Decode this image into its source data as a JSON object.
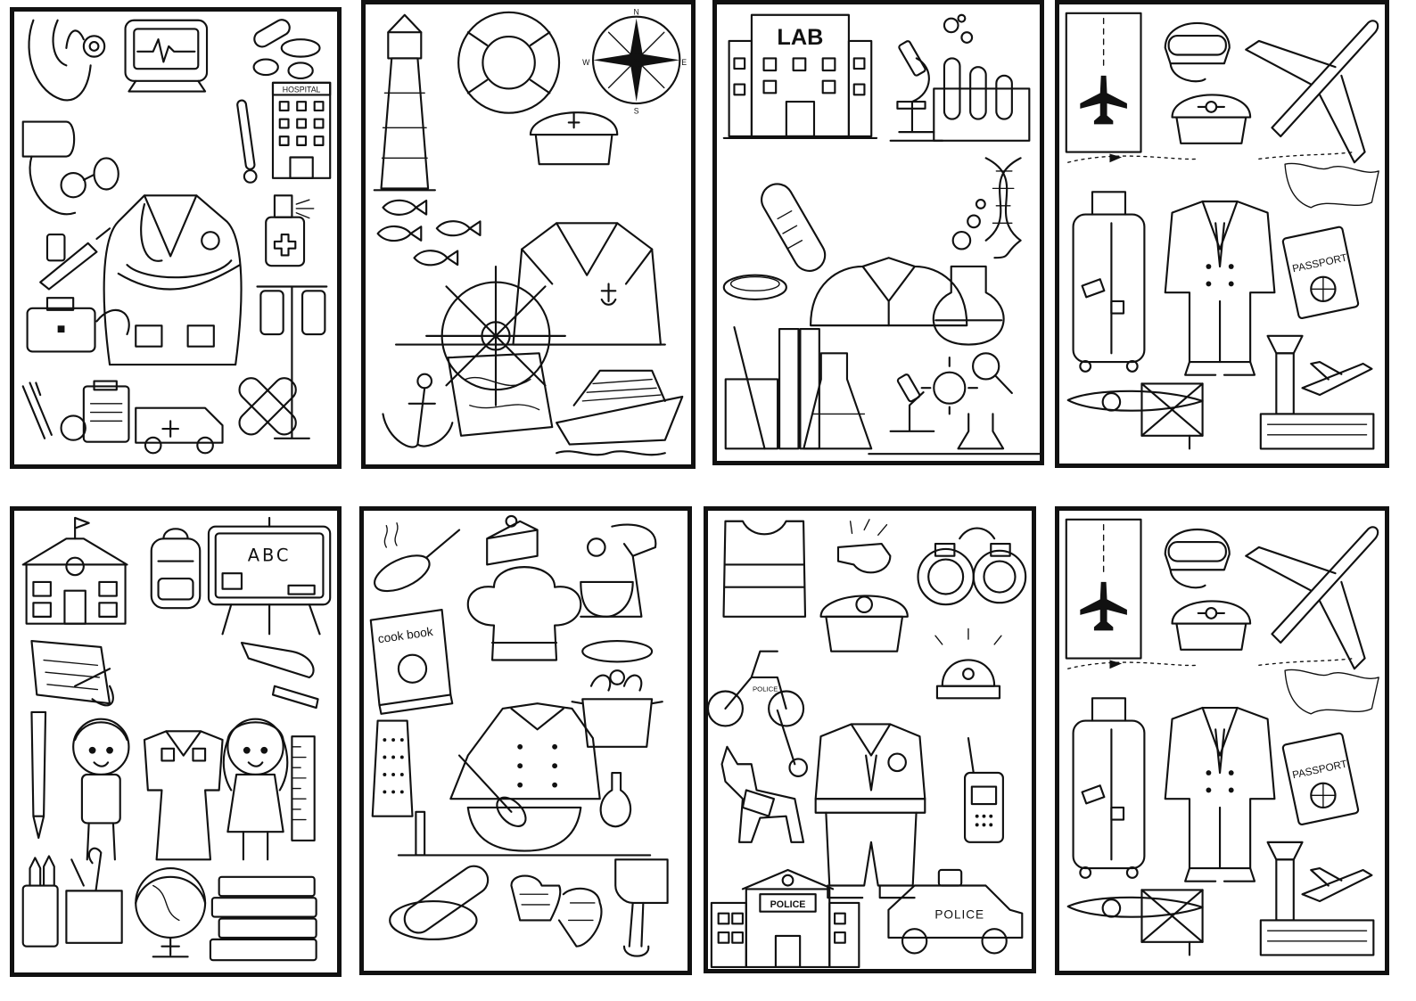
{
  "pages": [
    {
      "theme": "doctor",
      "texts": {
        "hospital": "HOSPITAL"
      }
    },
    {
      "theme": "sailor",
      "texts": {
        "compass_n": "N",
        "compass_s": "S",
        "compass_e": "E",
        "compass_w": "W"
      }
    },
    {
      "theme": "scientist",
      "texts": {
        "lab": "LAB"
      }
    },
    {
      "theme": "pilot",
      "texts": {
        "passport": "PASSPORT"
      }
    },
    {
      "theme": "teacher",
      "texts": {
        "board": "ABC"
      }
    },
    {
      "theme": "chef",
      "texts": {
        "cookbook": "cook book"
      }
    },
    {
      "theme": "police",
      "texts": {
        "station": "POLICE",
        "car": "POLICE",
        "moto": "POLICE"
      }
    },
    {
      "theme": "pilot",
      "texts": {
        "passport": "PASSPORT"
      }
    }
  ],
  "icons": [
    "stethoscope-icon",
    "heart-monitor-icon",
    "pills-icon",
    "hospital-icon",
    "lighthouse-icon",
    "lifebuoy-icon",
    "compass-icon",
    "captain-hat-icon",
    "lab-building-icon",
    "microscope-icon",
    "dna-icon",
    "test-tube-icon",
    "runway-icon",
    "pilot-helmet-icon",
    "airplane-icon",
    "suitcase-icon",
    "passport-icon",
    "school-icon",
    "backpack-icon",
    "chalkboard-icon",
    "chef-hat-icon",
    "cookbook-icon",
    "whisk-icon",
    "police-vest-icon",
    "handcuffs-icon",
    "police-car-icon"
  ]
}
